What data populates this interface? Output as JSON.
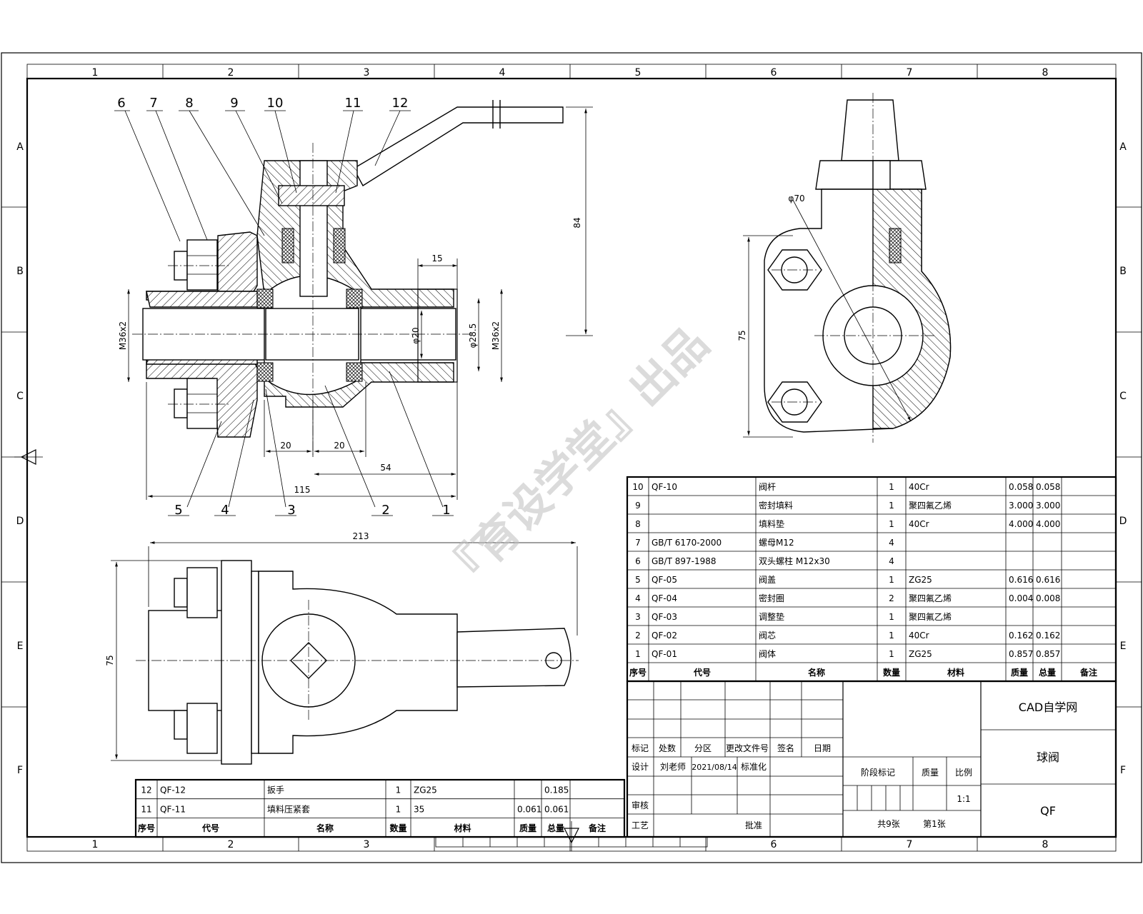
{
  "grid": {
    "columns": [
      "1",
      "2",
      "3",
      "4",
      "5",
      "6",
      "7",
      "8"
    ],
    "rows": [
      "A",
      "B",
      "C",
      "D",
      "E",
      "F"
    ]
  },
  "watermark": "『育设学堂』出品",
  "balloons": [
    "6",
    "7",
    "8",
    "9",
    "10",
    "11",
    "12",
    "5",
    "4",
    "3",
    "2",
    "1"
  ],
  "dimensions": {
    "top_height": "84",
    "flange_15": "15",
    "thread_left": "M36x2",
    "thread_right": "M36x2",
    "bore": "φ20",
    "outer": "φ28.5",
    "d20a": "20",
    "d20b": "20",
    "d54": "54",
    "d115": "115",
    "d213": "213",
    "d75_left": "75",
    "d75_right": "75",
    "phi70": "φ70"
  },
  "bom_main": {
    "header": [
      "序号",
      "代号",
      "名称",
      "数量",
      "材料",
      "质量",
      "总量",
      "备注"
    ],
    "rows": [
      [
        "10",
        "QF-10",
        "阀杆",
        "1",
        "40Cr",
        "0.058",
        "0.058",
        ""
      ],
      [
        "9",
        "",
        "密封填料",
        "1",
        "聚四氟乙烯",
        "3.000",
        "3.000",
        ""
      ],
      [
        "8",
        "",
        "填料垫",
        "1",
        "40Cr",
        "4.000",
        "4.000",
        ""
      ],
      [
        "7",
        "GB/T 6170-2000",
        "螺母M12",
        "4",
        "",
        "",
        "",
        ""
      ],
      [
        "6",
        "GB/T 897-1988",
        "双头螺柱 M12x30",
        "4",
        "",
        "",
        "",
        ""
      ],
      [
        "5",
        "QF-05",
        "阀盖",
        "1",
        "ZG25",
        "0.616",
        "0.616",
        ""
      ],
      [
        "4",
        "QF-04",
        "密封圈",
        "2",
        "聚四氟乙烯",
        "0.004",
        "0.008",
        ""
      ],
      [
        "3",
        "QF-03",
        "调整垫",
        "1",
        "聚四氟乙烯",
        "",
        "",
        ""
      ],
      [
        "2",
        "QF-02",
        "阀芯",
        "1",
        "40Cr",
        "0.162",
        "0.162",
        ""
      ],
      [
        "1",
        "QF-01",
        "阀体",
        "1",
        "ZG25",
        "0.857",
        "0.857",
        ""
      ]
    ]
  },
  "bom_lower": {
    "header": [
      "序号",
      "代号",
      "名称",
      "数量",
      "材料",
      "质量",
      "总量",
      "备注"
    ],
    "rows": [
      [
        "12",
        "QF-12",
        "扳手",
        "1",
        "ZG25",
        "",
        "0.185",
        ""
      ],
      [
        "11",
        "QF-11",
        "填料压紧套",
        "1",
        "35",
        "0.061",
        "0.061",
        ""
      ]
    ]
  },
  "title_block": {
    "company": "CAD自学网",
    "part_name": "球阀",
    "drawing_no": "QF",
    "rev_headers": [
      "标记",
      "处数",
      "分区",
      "更改文件号",
      "签名",
      "日期"
    ],
    "design_label": "设计",
    "designer": "刘老师",
    "date": "2021/08/14",
    "standard_label": "标准化",
    "review_label": "审核",
    "process_label": "工艺",
    "approve_label": "批准",
    "stage_label": "阶段标记",
    "mass_label": "质量",
    "scale_label": "比例",
    "scale_value": "1:1",
    "sheets_total": "共9张",
    "sheet_no": "第1张"
  }
}
